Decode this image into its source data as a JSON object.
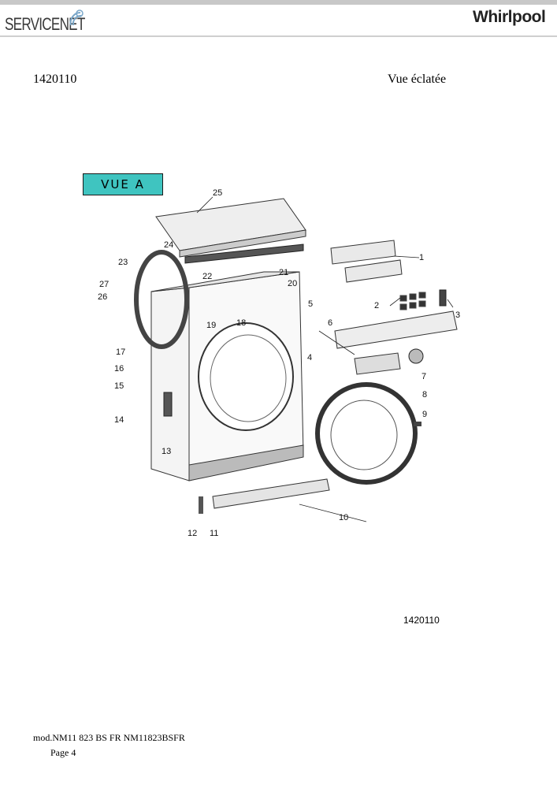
{
  "header": {
    "left_logo": "SERVICENET",
    "right_logo": "Whirlpool"
  },
  "document": {
    "reference": "1420110",
    "view_title": "Vue éclatée",
    "view_label": "VUE A",
    "diagram_code": "1420110"
  },
  "callouts": [
    "1",
    "2",
    "3",
    "4",
    "5",
    "6",
    "7",
    "8",
    "9",
    "10",
    "11",
    "12",
    "13",
    "14",
    "15",
    "16",
    "17",
    "18",
    "19",
    "20",
    "21",
    "22",
    "23",
    "24",
    "25",
    "26",
    "27"
  ],
  "footer": {
    "model": "mod.NM11 823 BS FR NM11823BSFR",
    "page": "Page 4"
  },
  "icons": [
    "servicenet-swirl-icon"
  ]
}
